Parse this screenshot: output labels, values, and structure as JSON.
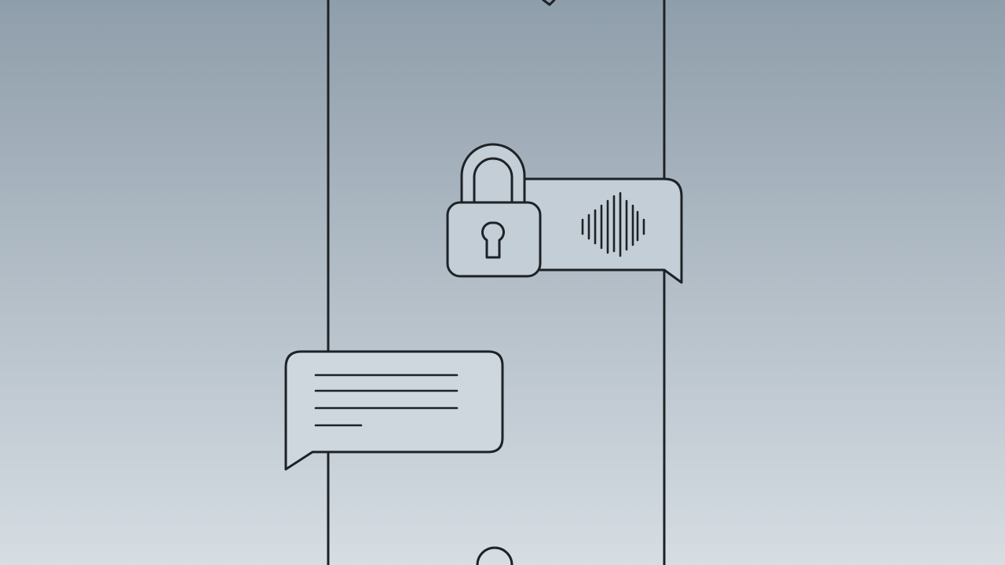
{
  "scene": {
    "background_top": "#8f9eab",
    "background_bottom": "#d6dde3",
    "stroke_color": "#1d2226",
    "bubble_fill": "#c4ced7",
    "bubble_fill_lower": "#cfd7de",
    "icons": [
      "smartphone-outline",
      "padlock-icon",
      "voice-message-bubble",
      "text-message-bubble",
      "home-button"
    ]
  }
}
